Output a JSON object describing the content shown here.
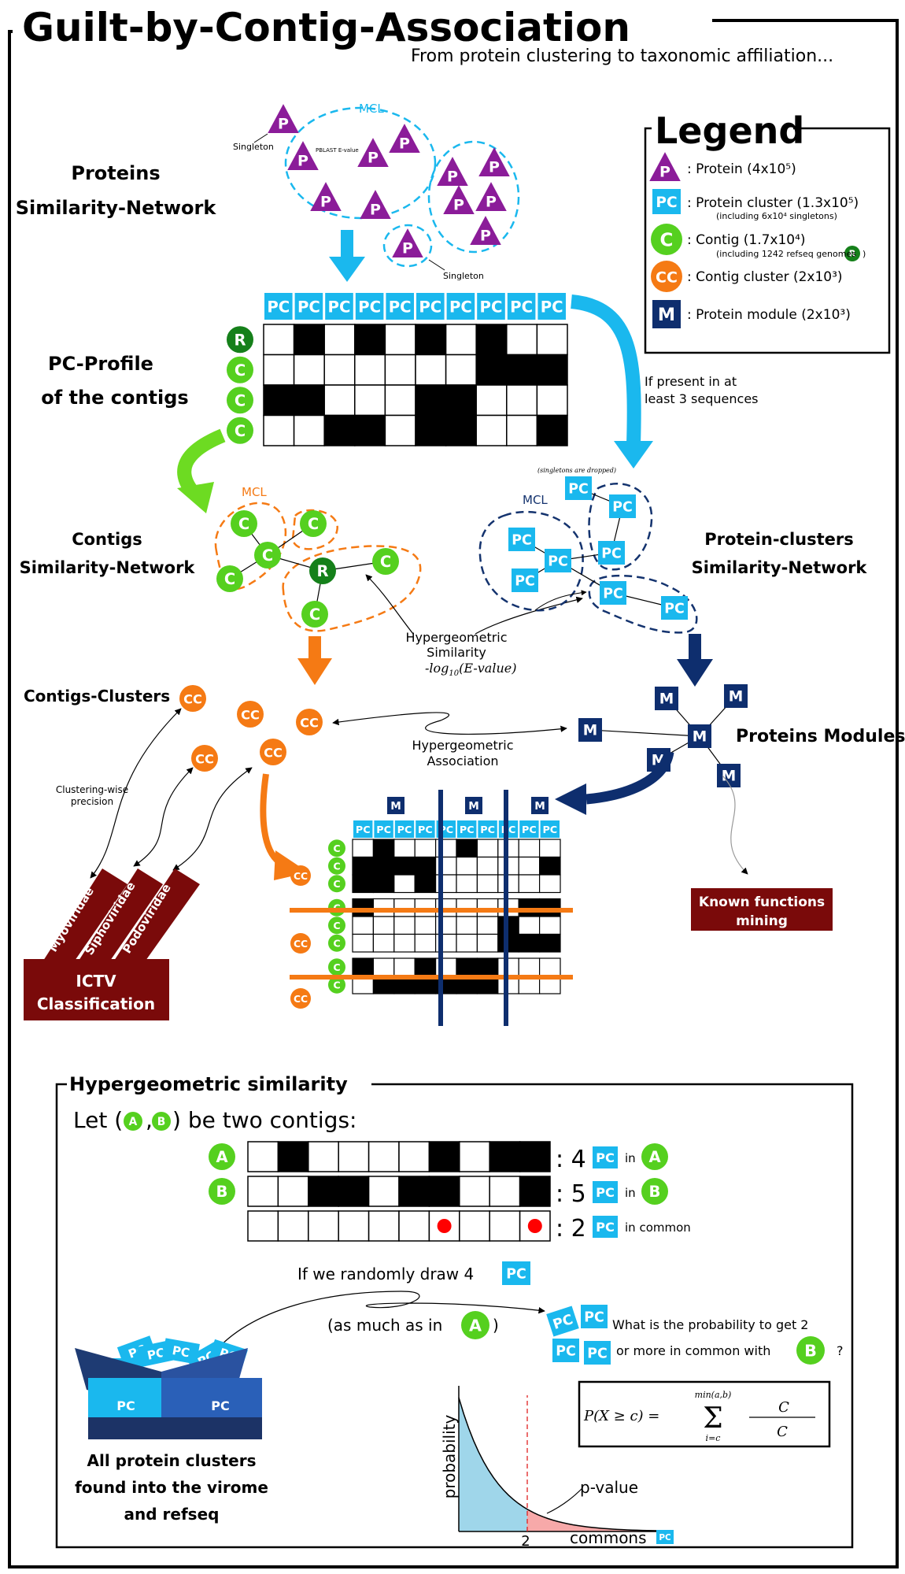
{
  "header": {
    "title": "Guilt-by-Contig-Association",
    "subtitle": "From protein clustering to taxonomic affiliation..."
  },
  "legend": {
    "title": "Legend",
    "protein": ": Protein (4x10⁵)",
    "pc": ": Protein cluster (1.3x10⁵)",
    "pc_note": "(including 6x10⁴ singletons)",
    "contig": ": Contig (1.7x10⁴)",
    "contig_note": "(including 1242 refseq genomes",
    "contig_note_end": ")",
    "cc": ": Contig cluster (2x10³)",
    "module": ": Protein module (2x10³)"
  },
  "symbols": {
    "P": "P",
    "PC": "PC",
    "C": "C",
    "R": "R",
    "CC": "CC",
    "M": "M",
    "A": "A",
    "B": "B"
  },
  "network": {
    "proteins_title_1": "Proteins",
    "proteins_title_2": "Similarity-Network",
    "mcl": "MCL",
    "singleton": "Singleton",
    "pblast": "PBLAST E-value",
    "pc_profile_1": "PC-Profile",
    "pc_profile_2": "of the contigs",
    "if_present_1": "If present in at",
    "if_present_2": "least 3 sequences",
    "singletons_dropped": "(singletons are dropped)",
    "contigs_net_1": "Contigs",
    "contigs_net_2": "Similarity-Network",
    "pc_net_1": "Protein-clusters",
    "pc_net_2": "Similarity-Network",
    "hyper_sim_1": "Hypergeometric",
    "hyper_sim_2": "Similarity",
    "hyper_sim_3": "-log",
    "hyper_sim_sub": "10",
    "hyper_sim_4": "(E-value)",
    "contigs_clusters": "Contigs-Clusters",
    "proteins_modules": "Proteins Modules",
    "hyper_assoc_1": "Hypergeometric",
    "hyper_assoc_2": "Association",
    "clustering_wise_1": "Clustering-wise",
    "clustering_wise_2": "precision",
    "families": [
      "Myoviridae",
      "Siphoviridae",
      "Podoviridae"
    ],
    "ictv_1": "ICTV",
    "ictv_2": "Classification",
    "known_1": "Known functions",
    "known_2": "mining"
  },
  "pc_profile_matrix": [
    [
      0,
      1,
      0,
      1,
      0,
      1,
      0,
      1,
      0,
      0
    ],
    [
      0,
      0,
      0,
      0,
      0,
      0,
      0,
      1,
      1,
      1
    ],
    [
      1,
      1,
      0,
      0,
      0,
      1,
      1,
      0,
      0,
      0
    ],
    [
      0,
      0,
      1,
      1,
      0,
      1,
      1,
      0,
      0,
      1
    ]
  ],
  "modules_matrix": [
    [
      0,
      1,
      0,
      0,
      0,
      1,
      0,
      0,
      0,
      0
    ],
    [
      1,
      1,
      1,
      1,
      0,
      0,
      0,
      0,
      0,
      1
    ],
    [
      1,
      1,
      0,
      1,
      0,
      0,
      0,
      0,
      0,
      0
    ],
    [
      1,
      0,
      0,
      0,
      0,
      0,
      0,
      0,
      1,
      1
    ],
    [
      0,
      0,
      0,
      0,
      0,
      0,
      0,
      1,
      0,
      0
    ],
    [
      0,
      0,
      0,
      0,
      0,
      0,
      0,
      1,
      1,
      1
    ],
    [
      1,
      0,
      0,
      1,
      0,
      1,
      1,
      0,
      0,
      0
    ],
    [
      0,
      1,
      1,
      1,
      1,
      1,
      1,
      0,
      0,
      0
    ]
  ],
  "hyper": {
    "title": "Hypergeometric similarity",
    "let_1": "Let (",
    "let_sep": ",",
    "let_2": ") be two contigs:",
    "row_a": [
      0,
      1,
      0,
      0,
      0,
      0,
      1,
      0,
      1,
      1
    ],
    "row_b": [
      0,
      0,
      1,
      1,
      0,
      1,
      1,
      0,
      0,
      1
    ],
    "row_common": [
      0,
      0,
      0,
      0,
      0,
      0,
      1,
      0,
      0,
      1
    ],
    "count_a": ": 4",
    "count_b": ": 5",
    "count_common": ": 2",
    "in": "in",
    "in_common": "in common",
    "draw": "If we randomly draw 4",
    "as_much": "(as much as in",
    "as_much_end": ")",
    "question": "What is the probability to get 2",
    "question_2": "or more in common with",
    "question_end": "?",
    "formula_lhs": "P(X ≥ c) =",
    "formula_upper": "min(a,b)",
    "formula_lower": "i=c",
    "box_1": "All protein clusters",
    "box_2": "found into the virome",
    "box_3": "and refseq",
    "ylabel": "probability",
    "xlabel": "commons",
    "x_tick": "2",
    "pvalue": "p-value"
  },
  "colors": {
    "protein": "#8b1c99",
    "pc": "#1ab8ee",
    "contig": "#55d01f",
    "refseq": "#15801a",
    "cc": "#f57a14",
    "module": "#0e2e6e",
    "dark_red": "#7a0a0a",
    "mcl_blue": "#1ab8ee",
    "mcl_orange": "#f57a14",
    "mcl_navy": "#14336e"
  }
}
